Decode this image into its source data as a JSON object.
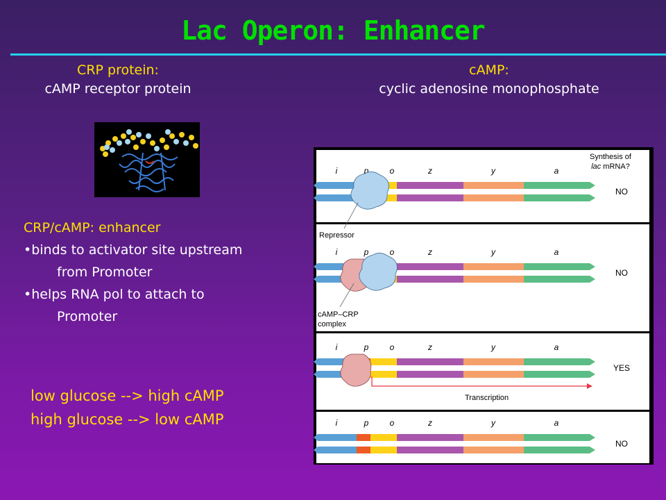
{
  "title": "Lac Operon: Enhancer",
  "crp": {
    "label": "CRP protein:",
    "description": "cAMP receptor protein"
  },
  "camp": {
    "label": "cAMP:",
    "description": "cyclic adenosine monophosphate"
  },
  "enhancer": {
    "heading": "CRP/cAMP: enhancer",
    "bullet1_line1": "•binds to activator site upstream",
    "bullet1_line2": "from Promoter",
    "bullet2_line1": "•helps RNA pol to attach to",
    "bullet2_line2": "Promoter"
  },
  "glucose": {
    "line1": "low glucose --> high cAMP",
    "line2": "high glucose --> low cAMP"
  },
  "diagram": {
    "header_line1": "Synthesis of",
    "header_line2_italic": "lac",
    "header_line2_rest": " mRNA?",
    "gene_labels": [
      "i",
      "p",
      "o",
      "z",
      "y",
      "a"
    ],
    "rows": [
      {
        "answer": "NO",
        "repressor": true,
        "crp": false
      },
      {
        "answer": "NO",
        "repressor": true,
        "crp": true
      },
      {
        "answer": "YES",
        "repressor": false,
        "crp": true
      },
      {
        "answer": "NO",
        "repressor": false,
        "crp": false
      }
    ],
    "repressor_label": "Repressor",
    "crp_label_line1": "cAMP–CRP",
    "crp_label_line2": "complex",
    "transcription_label": "Transcription",
    "colors": {
      "i": "#5aa0d6",
      "p": "#ee5a24",
      "o": "#ffd21a",
      "z": "#a857ad",
      "y": "#f5a06a",
      "a": "#5bbd85",
      "repressor": "#b3d4ee",
      "crp": "#e9aaaa",
      "arrow": "#e63946"
    }
  }
}
